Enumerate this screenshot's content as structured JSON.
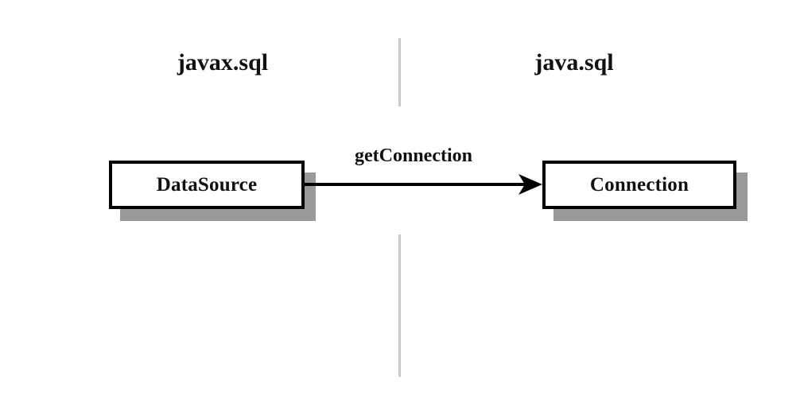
{
  "diagram": {
    "type": "uml-class-relationship",
    "background_color": "#ffffff",
    "packages": [
      {
        "name": "package-javax-sql",
        "label": "javax.sql"
      },
      {
        "name": "package-java-sql",
        "label": "java.sql"
      }
    ],
    "divider": {
      "color": "#c9c9c9",
      "segments": [
        "top",
        "bottom"
      ]
    },
    "nodes": [
      {
        "name": "DataSource",
        "label": "DataSource",
        "package": "javax.sql",
        "border_color": "#000000",
        "fill_color": "#ffffff",
        "shadow_color": "#999999"
      },
      {
        "name": "Connection",
        "label": "Connection",
        "package": "java.sql",
        "border_color": "#000000",
        "fill_color": "#ffffff",
        "shadow_color": "#999999"
      }
    ],
    "edges": [
      {
        "name": "getConnection-edge",
        "label": "getConnection",
        "source": "DataSource",
        "target": "Connection",
        "arrowhead": "filled-triangle",
        "line_color": "#000000"
      }
    ]
  }
}
